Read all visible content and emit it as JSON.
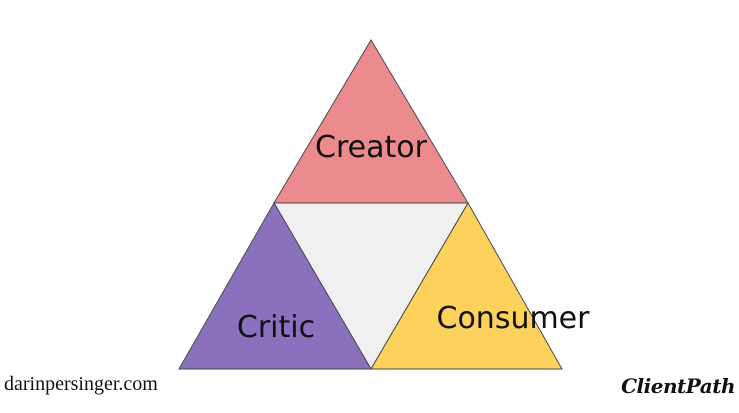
{
  "diagram": {
    "labels": {
      "top": "Creator",
      "left": "Critic",
      "right": "Consumer"
    },
    "colors": {
      "top": "#ec8b8e",
      "left": "#8a70bd",
      "right": "#fdd25c",
      "center": "#f0f0f0",
      "outline": "#4a4a4a"
    }
  },
  "footer": {
    "website": "darinpersinger.com",
    "brand": "ClientPath"
  }
}
